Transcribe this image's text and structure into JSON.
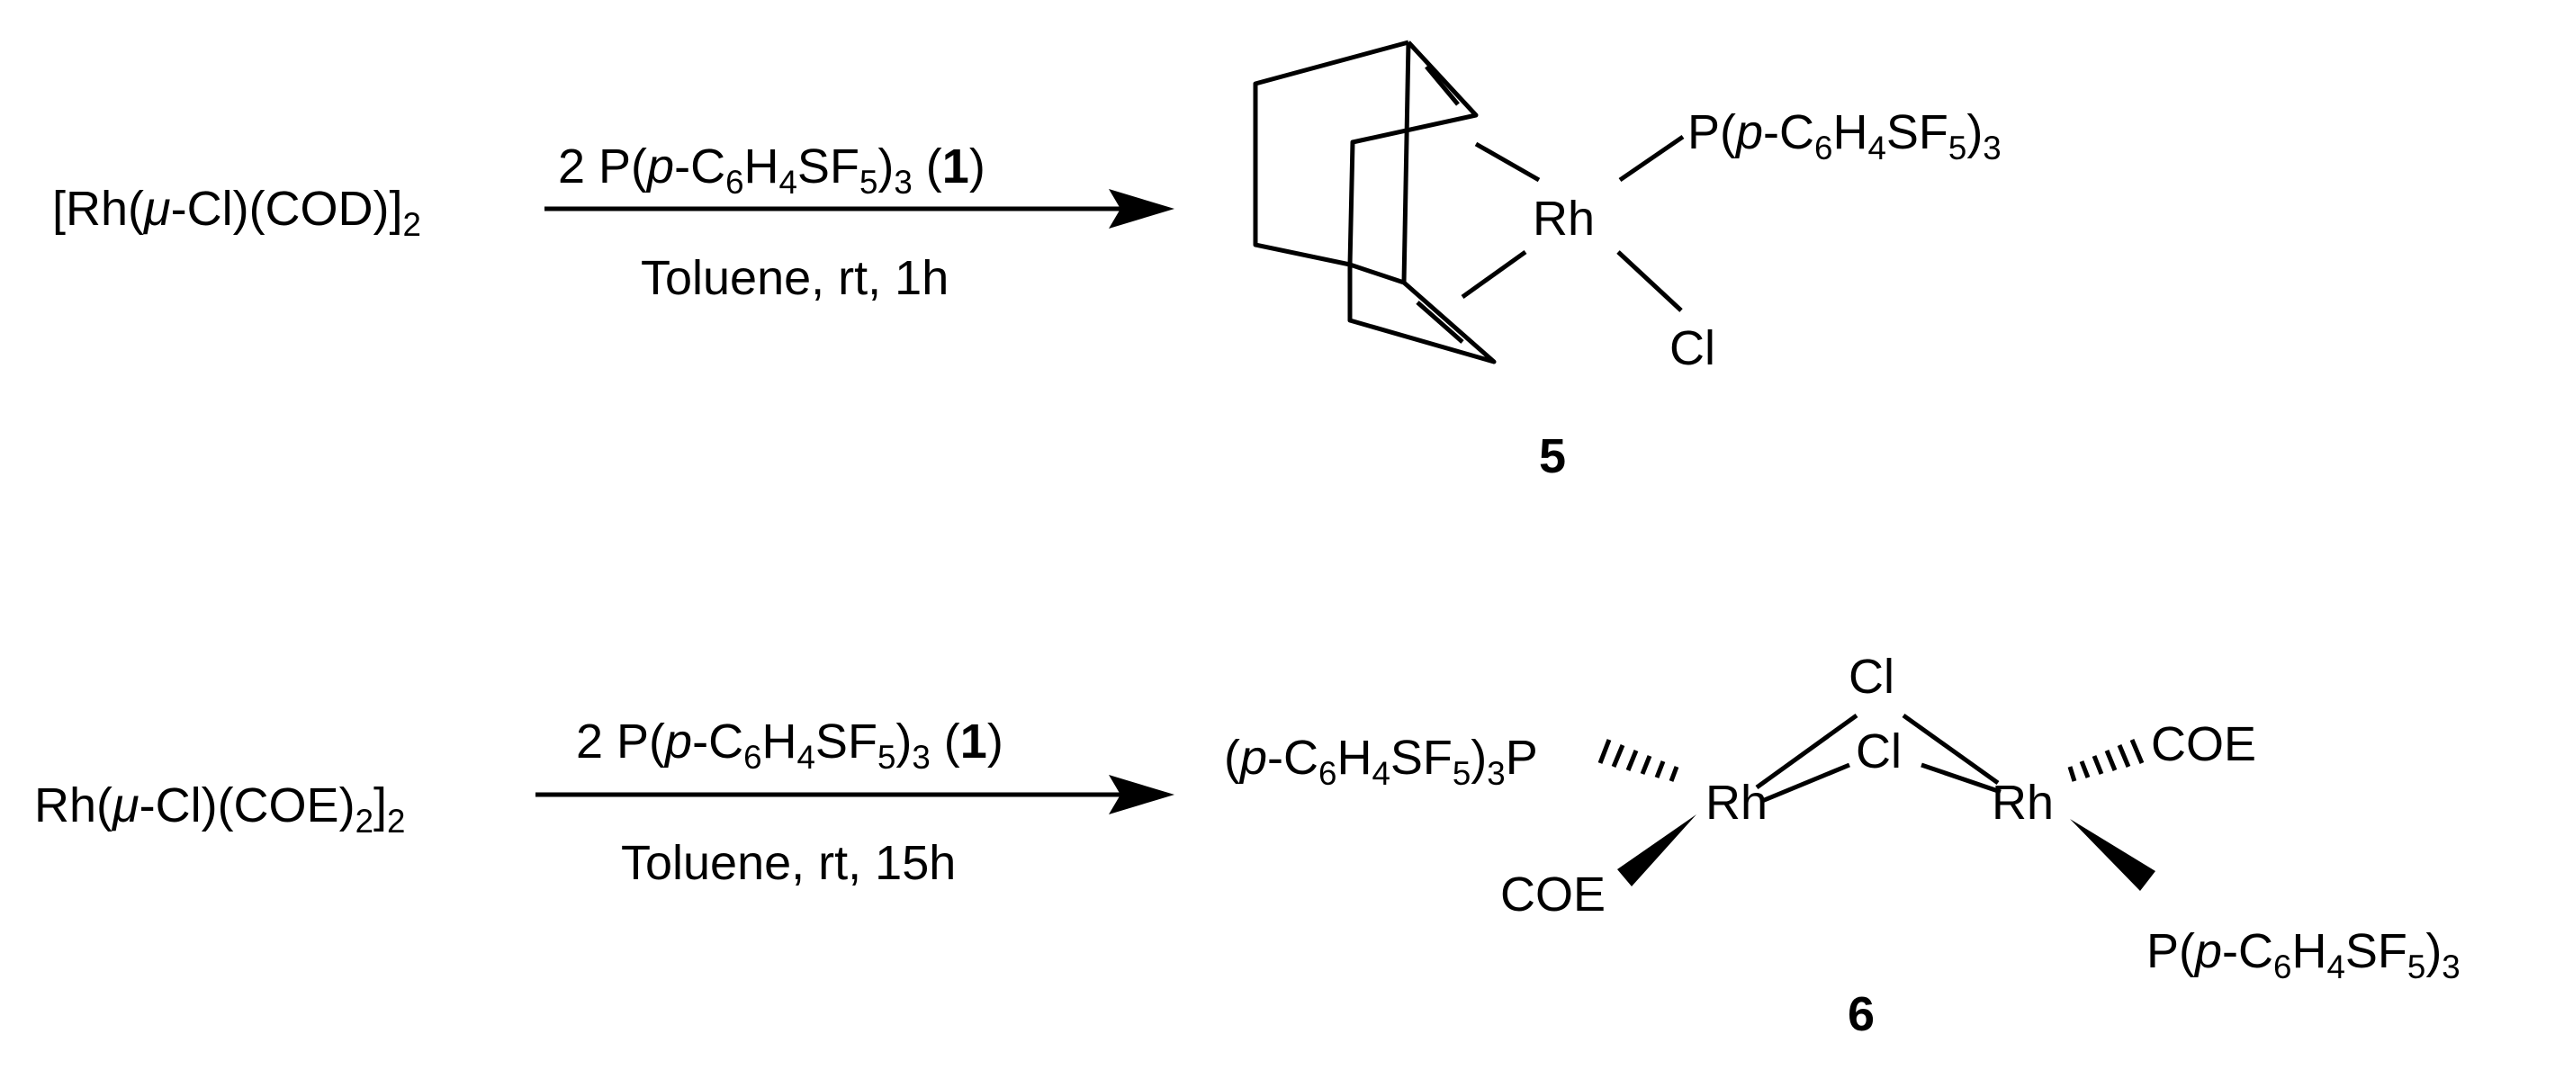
{
  "scheme1": {
    "reactant": {
      "pre": "[Rh(",
      "mu": "μ",
      "post": "-Cl)(COD)]",
      "sub": "2"
    },
    "reagent": {
      "pre": "2 P(",
      "p": "p",
      "c": "-C",
      "n6": "6",
      "h": "H",
      "n4": "4",
      "sf": "SF",
      "n5": "5",
      "close": ")",
      "n3": "3",
      "open": " (",
      "num": "1",
      "end": ")"
    },
    "conditions": "Toluene, rt, 1h",
    "product": {
      "metal": "Rh",
      "chloride": "Cl",
      "ligand": {
        "pre": "P(",
        "p": "p",
        "c": "-C",
        "n6": "6",
        "h": "H",
        "n4": "4",
        "sf": "SF",
        "n5": "5",
        "close": ")",
        "n3": "3"
      },
      "compound_number": "5"
    }
  },
  "scheme2": {
    "reactant": {
      "pre": "Rh(",
      "mu": "μ",
      "mid": "-Cl)(COE)",
      "sub1": "2",
      "close": "]",
      "sub2": "2"
    },
    "reagent": {
      "pre": "2 P(",
      "p": "p",
      "c": "-C",
      "n6": "6",
      "h": "H",
      "n4": "4",
      "sf": "SF",
      "n5": "5",
      "close": ")",
      "n3": "3",
      "open": " (",
      "num": "1",
      "end": ")"
    },
    "conditions": "Toluene, rt, 15h",
    "product": {
      "metal_left": "Rh",
      "metal_right": "Rh",
      "bridge_top": "Cl",
      "bridge_mid": "Cl",
      "coe_right": "COE",
      "coe_left": "COE",
      "ligand_left": {
        "open": "(",
        "p": "p",
        "c": "-C",
        "n6": "6",
        "h": "H",
        "n4": "4",
        "sf": "SF",
        "n5": "5",
        "close": ")",
        "n3": "3",
        "P": "P"
      },
      "ligand_right": {
        "pre": "P(",
        "p": "p",
        "c": "-C",
        "n6": "6",
        "h": "H",
        "n4": "4",
        "sf": "SF",
        "n5": "5",
        "close": ")",
        "n3": "3"
      },
      "compound_number": "6"
    }
  }
}
